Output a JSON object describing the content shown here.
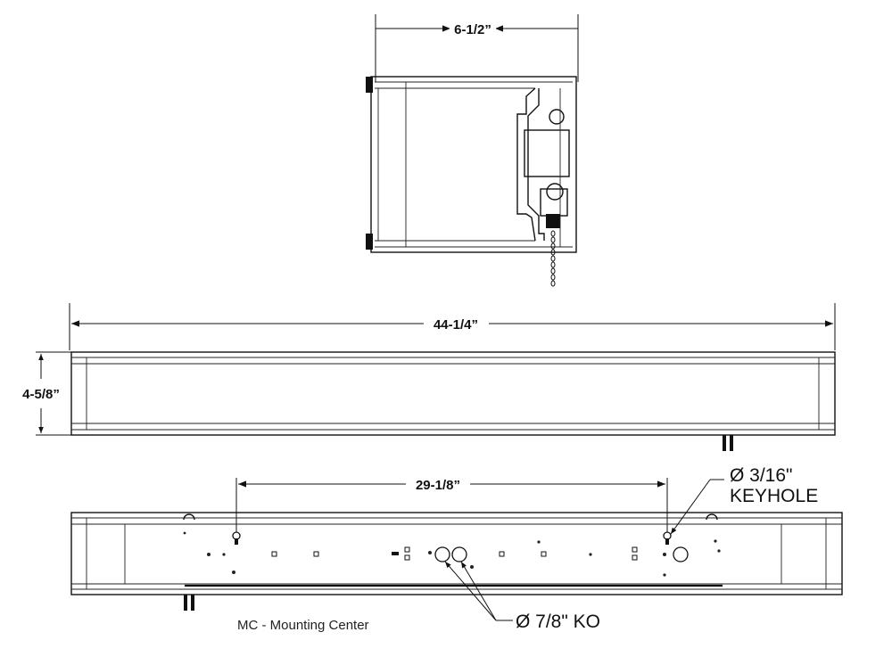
{
  "dimensions": {
    "end_view_width": "6-1/2”",
    "overall_length": "44-1/4”",
    "height": "4-5/8”",
    "mounting_center": "29-1/8”"
  },
  "callouts": {
    "keyhole_size": "Ø 3/16\"",
    "keyhole_label": "KEYHOLE",
    "knockout": "Ø 7/8\" KO"
  },
  "note": "MC - Mounting Center",
  "colors": {
    "line": "#111111",
    "background": "#ffffff"
  }
}
